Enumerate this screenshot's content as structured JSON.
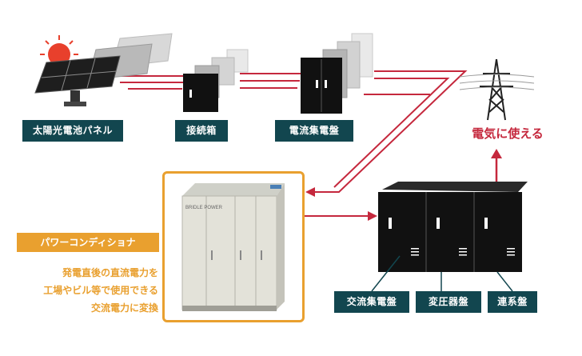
{
  "labels": {
    "solar_panel": "太陽光電池パネル",
    "junction_box": "接続箱",
    "collector_panel": "電流集電盤",
    "power_usable": "電気に使える",
    "ac_collector_panel": "交流集電盤",
    "transformer_panel": "変圧器盤",
    "interconnection_panel": "連系盤"
  },
  "pcs": {
    "title": "パワーコンディショナ",
    "desc_line1": "発電直後の直流電力を",
    "desc_line2": "工場やビル等で使用できる",
    "desc_line3": "交流電力に変換",
    "brand": "BRIDLE POWER"
  },
  "colors": {
    "line_red": "#c5283d",
    "label_teal": "#12464f",
    "pcs_orange": "#e9a02f",
    "sun_red": "#e8402c"
  }
}
